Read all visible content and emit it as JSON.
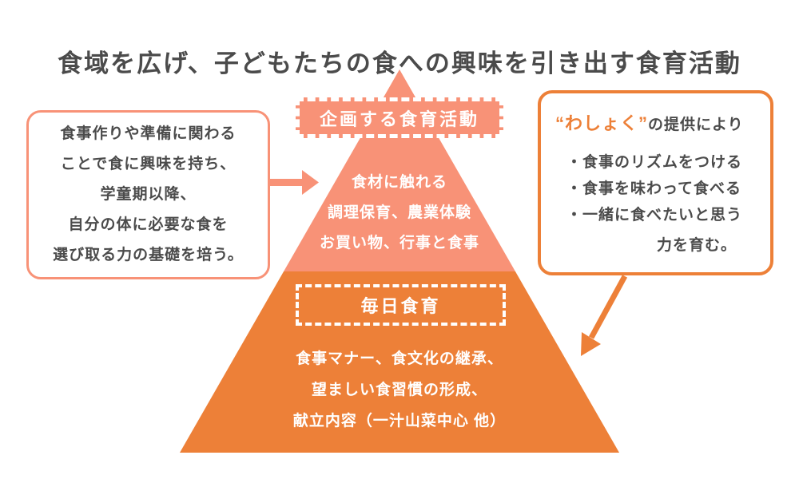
{
  "title": "食域を広げ、子どもたちの食への興味を引き出す食育活動",
  "pyramid": {
    "planned_label": "企画する食育活動",
    "upper_lines": [
      "食材に触れる",
      "調理保育、農業体験",
      "お買い物、行事と食事"
    ],
    "daily_label": "毎日食育",
    "lower_lines": [
      "食事マナー、食文化の継承、",
      "望ましい食習慣の形成、",
      "献立内容（一汁山菜中心 他）"
    ]
  },
  "left_callout": {
    "lines": [
      "食事作りや準備に関わる",
      "ことで食に興味を持ち、",
      "学童期以降、",
      "自分の体に必要な食を",
      "選び取る力の基礎を培う。"
    ]
  },
  "right_callout": {
    "highlight": "“わしょく”",
    "header_rest": "の提供により",
    "bullets": [
      "・食事のリズムをつける",
      "・食事を味わって食べる",
      "・一緒に食べたいと思う"
    ],
    "footer": "力を育む。"
  },
  "colors": {
    "salmon": "#F89277",
    "orange": "#ED8038",
    "text_dark": "#4B4B4B",
    "white": "#FFFFFF"
  }
}
